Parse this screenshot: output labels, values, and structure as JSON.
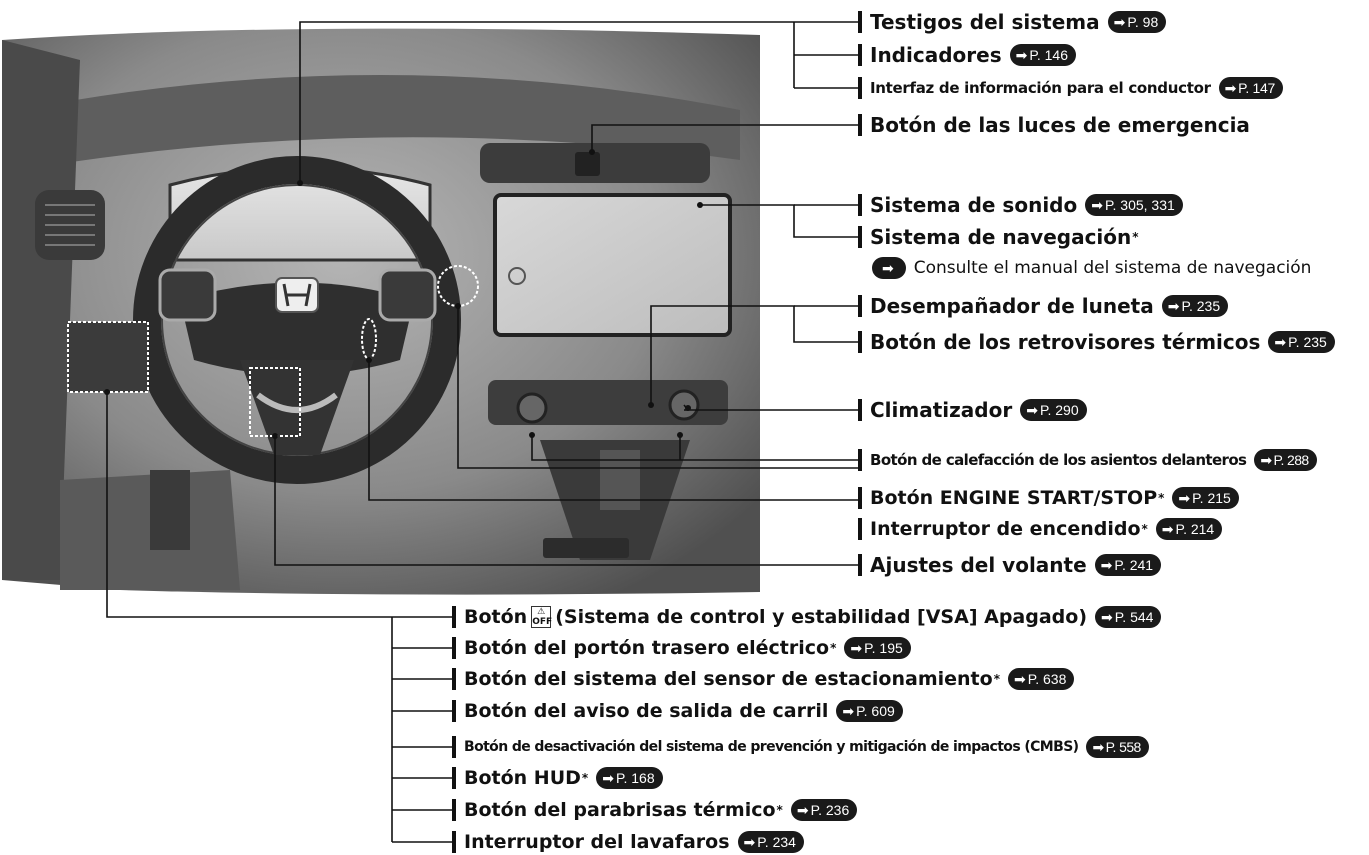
{
  "labels": [
    {
      "id": "testigos",
      "text": "Testigos del sistema",
      "ref": "P. 98"
    },
    {
      "id": "indicadores",
      "text": "Indicadores",
      "ref": "P. 146"
    },
    {
      "id": "interfaz",
      "text": "Interfaz de información para el conductor",
      "ref": "P. 147"
    },
    {
      "id": "emergencia",
      "text": "Botón de las luces de emergencia",
      "ref": ""
    },
    {
      "id": "sonido",
      "text": "Sistema de sonido",
      "ref": "P. 305, 331"
    },
    {
      "id": "navegacion",
      "text": "Sistema de navegación",
      "ref": ""
    },
    {
      "id": "desempanador",
      "text": "Desempañador de luneta",
      "ref": "P. 235"
    },
    {
      "id": "retrovisores",
      "text": "Botón de los retrovisores térmicos",
      "ref": "P. 235"
    },
    {
      "id": "climatizador",
      "text": "Climatizador",
      "ref": "P. 290"
    },
    {
      "id": "calefaccion",
      "text": "Botón de calefacción de los asientos delanteros",
      "ref": "P. 288"
    },
    {
      "id": "engine",
      "text": "Botón ENGINE START/STOP",
      "ref": "P. 215"
    },
    {
      "id": "encendido",
      "text": "Interruptor de encendido",
      "ref": "P. 214"
    },
    {
      "id": "volante",
      "text": "Ajustes del volante",
      "ref": "P. 241"
    },
    {
      "id": "vsa_pre",
      "text": "Botón",
      "ref": ""
    },
    {
      "id": "vsa",
      "text": "(Sistema de control y estabilidad [VSA] Apagado)",
      "ref": "P. 544"
    },
    {
      "id": "porton",
      "text": "Botón del portón trasero eléctrico",
      "ref": "P. 195"
    },
    {
      "id": "sensor",
      "text": "Botón del sistema del sensor de estacionamiento",
      "ref": "P. 638"
    },
    {
      "id": "aviso",
      "text": "Botón del aviso de salida de carril",
      "ref": "P. 609"
    },
    {
      "id": "cmbs",
      "text": "Botón de desactivación del sistema de prevención y mitigación de impactos (CMBS)",
      "ref": "P. 558"
    },
    {
      "id": "hud",
      "text": "Botón HUD",
      "ref": "P. 168"
    },
    {
      "id": "parabrisas",
      "text": "Botón del parabrisas térmico",
      "ref": "P. 236"
    },
    {
      "id": "lavafaros",
      "text": "Interruptor del lavafaros",
      "ref": "P. 234"
    }
  ],
  "asterisk": "*",
  "nav_note": "Consulte el manual del sistema de navegación",
  "vsa_icon_text": "OFF",
  "colors": {
    "ink": "#111111",
    "pill": "#1a1a1a",
    "photo_bg": "#8f8f8f"
  }
}
